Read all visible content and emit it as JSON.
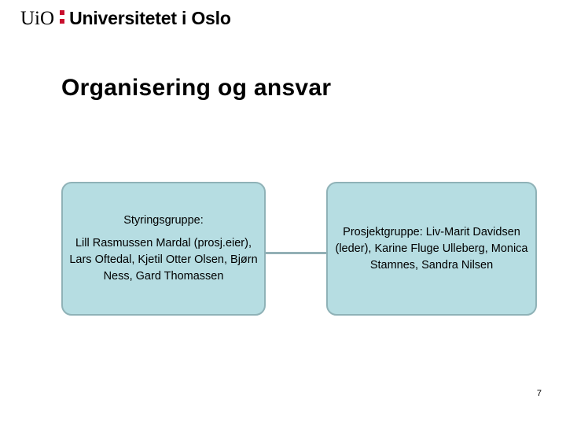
{
  "slide": {
    "title": "Organisering og ansvar",
    "page_number": "7",
    "background_color": "#ffffff"
  },
  "logo": {
    "mark_text": "UiO",
    "separator_icon": "red-double-dot-icon",
    "separator_color": "#c8102e",
    "institution_name": "Universitetet i Oslo"
  },
  "diagram": {
    "type": "org-chart",
    "node_fill_color": "#b6dde2",
    "node_border_color": "#8fb2b7",
    "connector_color": "#93b0b5",
    "nodes": [
      {
        "id": "styringsgruppe",
        "heading": "Styringsgruppe:",
        "members": "Lill Rasmussen Mardal (prosj.eier), Lars Oftedal, Kjetil Otter Olsen, Bjørn Ness, Gard Thomassen"
      },
      {
        "id": "prosjektgruppe",
        "heading": "",
        "members": "Prosjektgruppe: Liv-Marit Davidsen (leder), Karine Fluge Ulleberg, Monica Stamnes, Sandra Nilsen"
      }
    ],
    "connector": {
      "from": "styringsgruppe",
      "to": "prosjektgruppe"
    }
  }
}
